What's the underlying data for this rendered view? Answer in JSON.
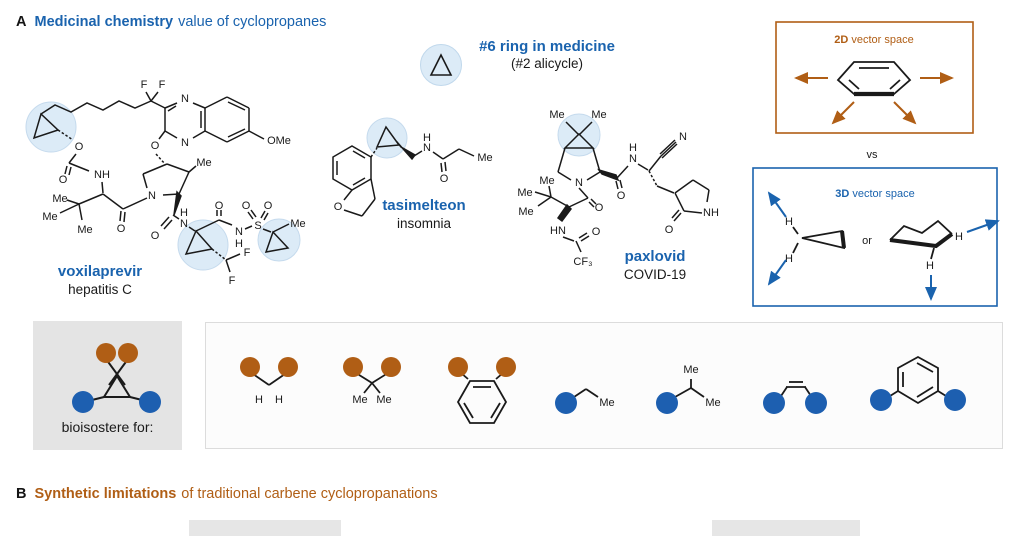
{
  "colors": {
    "blue": "#1a63ae",
    "orange": "#b05e15",
    "highlight": "#dcebf7",
    "gray_box": "#e4e4e4"
  },
  "panel_a": {
    "label": "A",
    "title_strong": "Medicinal chemistry",
    "title_rest": "value of cyclopropanes",
    "badge": {
      "title": "#6 ring in medicine",
      "subtitle": "(#2 alicycle)"
    },
    "molecules": {
      "voxilaprevir": {
        "name": "voxilaprevir",
        "indication": "hepatitis C",
        "atoms": {
          "f1": "F",
          "f2": "F",
          "n1": "N",
          "n2": "N",
          "ome": "OMe",
          "o_ether": "O",
          "o_ester": "O",
          "o_carb": "O",
          "nh": "NH",
          "me_t1": "Me",
          "me_t2": "Me",
          "me_t3": "Me",
          "o_amide": "O",
          "n_ring": "N",
          "me_et": "Me",
          "o_amide2": "O",
          "h_am": "H",
          "n_am": "N",
          "o_acyl": "O",
          "n_s": "N",
          "h_s": "H",
          "s": "S",
          "o_s1": "O",
          "o_s2": "O",
          "me_cp": "Me",
          "f3": "F",
          "f4": "F"
        }
      },
      "tasimelteon": {
        "name": "tasimelteon",
        "indication": "insomnia",
        "atoms": {
          "o_ring": "O",
          "h": "H",
          "n": "N",
          "o": "O",
          "me": "Me"
        }
      },
      "paxlovid": {
        "name": "paxlovid",
        "indication": "COVID-19",
        "atoms": {
          "me1": "Me",
          "me2": "Me",
          "me3": "Me",
          "me4": "Me",
          "me5": "Me",
          "n_ring": "N",
          "o1": "O",
          "hn": "HN",
          "o2": "O",
          "cf3": "CF₃",
          "h": "H",
          "n": "N",
          "n_cn": "N",
          "o3": "O",
          "o4": "O",
          "nh": "NH"
        }
      }
    },
    "vectors": {
      "box2d": {
        "strong": "2D",
        "rest": " vector space"
      },
      "vs": "vs",
      "box3d": {
        "strong": "3D",
        "rest": " vector space",
        "or": "or",
        "h1": "H",
        "h2": "H",
        "h3": "H",
        "h4": "H"
      }
    },
    "bioisostere": {
      "caption": "bioisostere for:"
    },
    "fragments": [
      {
        "name": "methylene",
        "labels": [
          "H",
          "H"
        ]
      },
      {
        "name": "gem-dimethyl",
        "labels": [
          "Me",
          "Me"
        ]
      },
      {
        "name": "ortho-phenylene",
        "labels": []
      },
      {
        "name": "ethyl",
        "labels": [
          "Me"
        ]
      },
      {
        "name": "isopropyl",
        "labels": [
          "Me",
          "Me"
        ]
      },
      {
        "name": "cis-alkene",
        "labels": []
      },
      {
        "name": "meta-phenylene",
        "labels": []
      }
    ]
  },
  "panel_b": {
    "label": "B",
    "title_strong": "Synthetic limitations",
    "title_rest": "of traditional carbene cyclopropanations"
  }
}
